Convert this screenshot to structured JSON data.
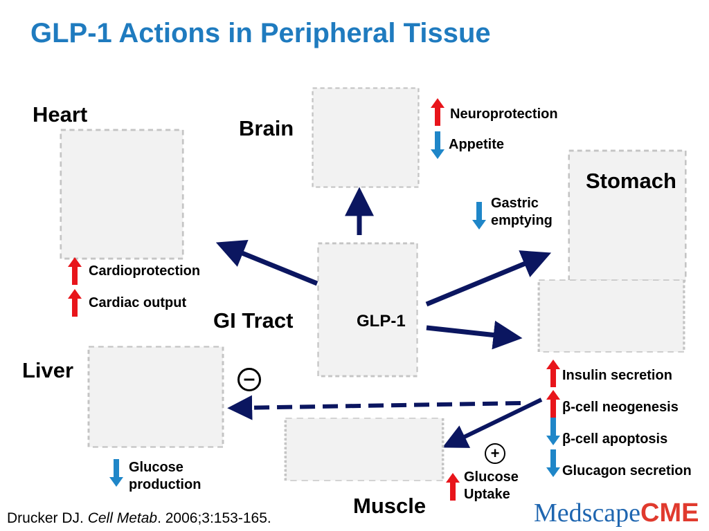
{
  "title": "GLP-1 Actions in Peripheral Tissue",
  "center": {
    "organ_label": "GI Tract",
    "hormone_label": "GLP-1"
  },
  "heart": {
    "label": "Heart",
    "effects": [
      {
        "text": "Cardioprotection",
        "direction": "up"
      },
      {
        "text": "Cardiac output",
        "direction": "up"
      }
    ]
  },
  "brain": {
    "label": "Brain",
    "effects": [
      {
        "text": "Neuroprotection",
        "direction": "up"
      },
      {
        "text": "Appetite",
        "direction": "down"
      }
    ]
  },
  "stomach": {
    "label": "Stomach",
    "effect": {
      "text_line1": "Gastric",
      "text_line2": "emptying",
      "direction": "down"
    }
  },
  "pancreas": {
    "effects": [
      {
        "text": "Insulin secretion",
        "direction": "up"
      },
      {
        "text": "β-cell neogenesis",
        "direction": "up"
      },
      {
        "text": "β-cell apoptosis",
        "direction": "down"
      },
      {
        "text": "Glucagon secretion",
        "direction": "down"
      }
    ]
  },
  "liver": {
    "label": "Liver",
    "sign": "–",
    "effect": {
      "text_line1": "Glucose",
      "text_line2": "production",
      "direction": "down"
    }
  },
  "muscle": {
    "label": "Muscle",
    "sign": "+",
    "effect": {
      "text_line1": "Glucose",
      "text_line2": "Uptake",
      "direction": "up"
    }
  },
  "citation": {
    "author": "Drucker DJ. ",
    "journal": "Cell Metab",
    "details": ". 2006;3:153-165."
  },
  "logo": {
    "part1": "Medscape",
    "part2": "CME"
  },
  "colors": {
    "title": "#1f7bbf",
    "up_arrow": "#e8151b",
    "down_arrow": "#1f86c8",
    "pathway_arrow": "#0b1660"
  },
  "icons": {
    "up": "red-up-arrow-icon",
    "down": "blue-down-arrow-icon"
  }
}
